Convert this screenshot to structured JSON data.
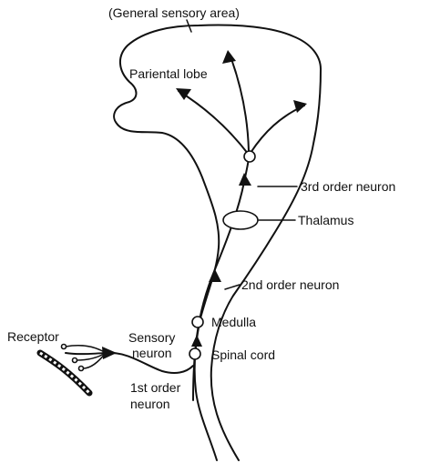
{
  "labels": {
    "general_sensory_area": "(General sensory area)",
    "parietal_lobe": "Pariental lobe",
    "third_order_neuron": "3rd order neuron",
    "thalamus": "Thalamus",
    "second_order_neuron": "2nd order neuron",
    "medulla": "Medulla",
    "receptor": "Receptor",
    "sensory_neuron_line1": "Sensory",
    "sensory_neuron_line2": "neuron",
    "spinal_cord": "Spinal cord",
    "first_order_line1": "1st order",
    "first_order_line2": "neuron"
  }
}
